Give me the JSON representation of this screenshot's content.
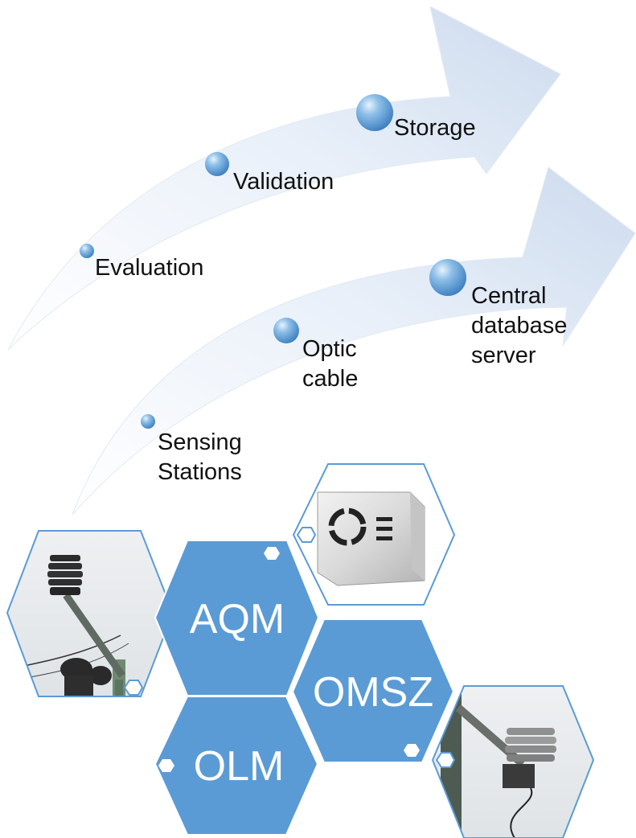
{
  "upper_arrow": {
    "steps": [
      {
        "label": "Evaluation"
      },
      {
        "label": "Validation"
      },
      {
        "label": "Storage"
      }
    ]
  },
  "lower_arrow": {
    "steps": [
      {
        "label_line1": "Sensing",
        "label_line2": "Stations"
      },
      {
        "label_line1": "Optic",
        "label_line2": "cable"
      },
      {
        "label_line1": "Central",
        "label_line2": "database",
        "label_line3": "server"
      }
    ]
  },
  "hexagons": [
    {
      "label": "AQM"
    },
    {
      "label": "OMSZ"
    },
    {
      "label": "OLM"
    }
  ],
  "photos": [
    {
      "subject": "air-quality-sensor-module"
    },
    {
      "subject": "weather-station-mast"
    },
    {
      "subject": "radiation-shield-sensor"
    }
  ],
  "colors": {
    "arrow_fill_light": "#f6f9fd",
    "arrow_fill_dark": "#cfdcef",
    "bubble": "#5b9bd5",
    "hex_fill": "#5b9bd5",
    "hex_outline": "#5b9bd5",
    "text": "#111111"
  }
}
